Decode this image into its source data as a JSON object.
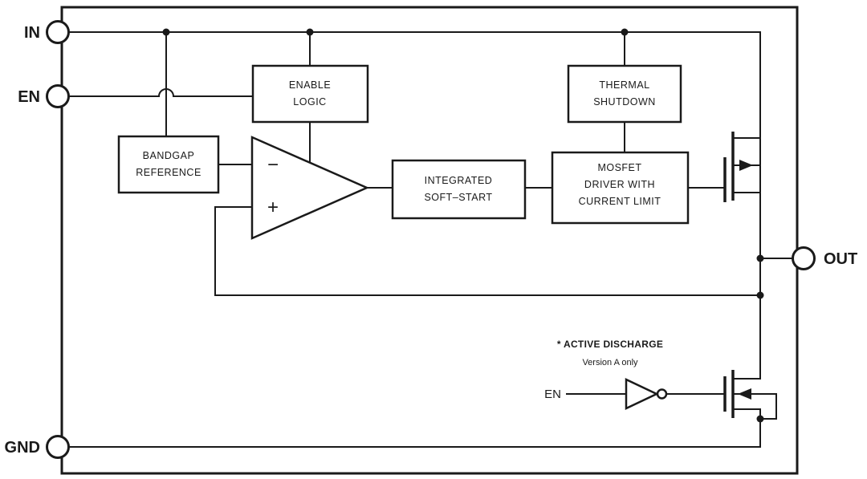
{
  "pins": {
    "in": "IN",
    "en": "EN",
    "gnd": "GND",
    "out": "OUT"
  },
  "blocks": {
    "enable_logic": {
      "line1": "ENABLE",
      "line2": "LOGIC"
    },
    "thermal_shutdown": {
      "line1": "THERMAL",
      "line2": "SHUTDOWN"
    },
    "bandgap_reference": {
      "line1": "BANDGAP",
      "line2": "REFERENCE"
    },
    "integrated_soft_start": {
      "line1": "INTEGRATED",
      "line2": "SOFT–START"
    },
    "mosfet_driver": {
      "line1": "MOSFET",
      "line2": "DRIVER WITH",
      "line3": "CURRENT LIMIT"
    }
  },
  "opamp": {
    "minus_input": "−",
    "plus_input": "+"
  },
  "active_discharge": {
    "title": "* ACTIVE DISCHARGE",
    "subtitle": "Version A only",
    "input_label": "EN"
  },
  "colors": {
    "line": "#1a1a1a",
    "background": "#ffffff"
  }
}
